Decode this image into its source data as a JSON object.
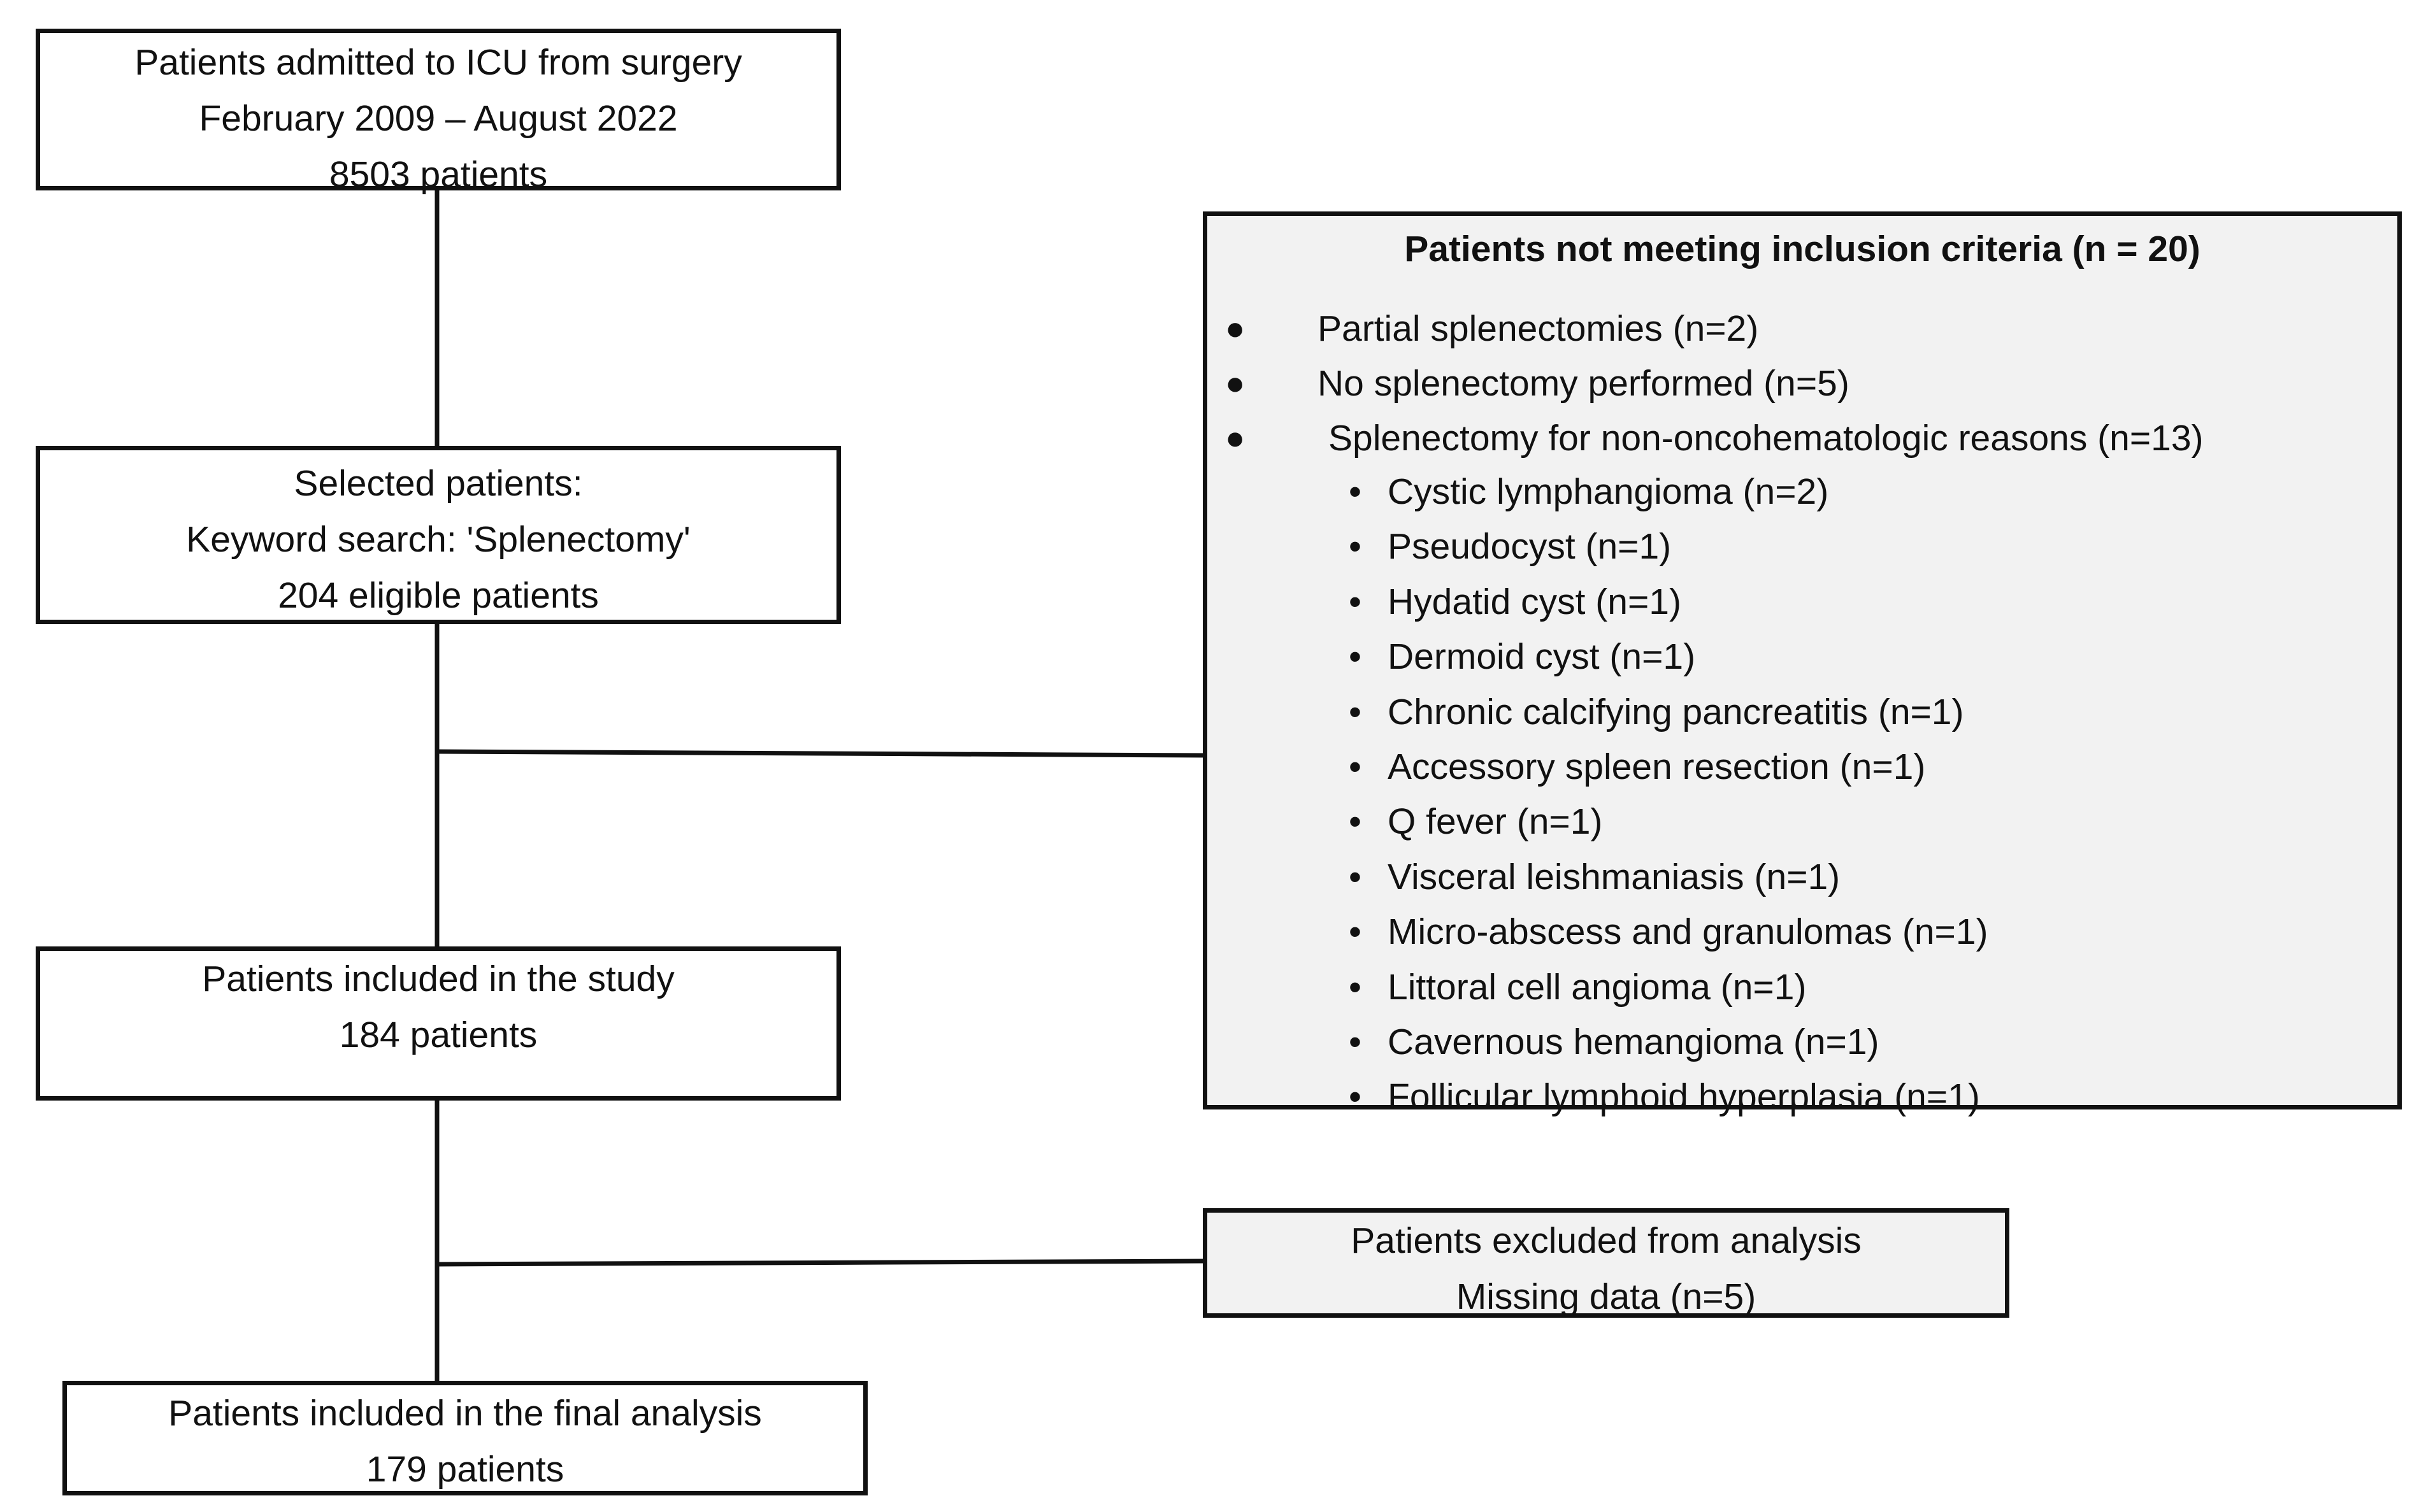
{
  "flow": {
    "admitted": {
      "lines": [
        "Patients admitted to ICU from surgery",
        "February 2009 – August 2022",
        "8503 patients"
      ]
    },
    "selected": {
      "lines": [
        "Selected patients:",
        "Keyword search: 'Splenectomy'",
        "204 eligible patients"
      ]
    },
    "included": {
      "lines": [
        "Patients included in the study",
        "184 patients"
      ]
    },
    "final": {
      "lines": [
        "Patients included in the final analysis",
        "179 patients"
      ]
    }
  },
  "exclusions": {
    "criteria": {
      "title": "Patients not meeting inclusion criteria (n = 20)",
      "items": [
        "Partial splenectomies (n=2)",
        "No splenectomy performed (n=5)",
        "Splenectomy for non-oncohematologic reasons (n=13)"
      ],
      "sub_items": [
        "Cystic lymphangioma (n=2)",
        "Pseudocyst (n=1)",
        "Hydatid cyst (n=1)",
        "Dermoid cyst (n=1)",
        "Chronic calcifying pancreatitis (n=1)",
        "Accessory spleen resection (n=1)",
        "Q fever (n=1)",
        "Visceral leishmaniasis (n=1)",
        "Micro-abscess and granulomas (n=1)",
        "Littoral cell angioma (n=1)",
        "Cavernous hemangioma (n=1)",
        "Follicular lymphoid hyperplasia (n=1)"
      ]
    },
    "analysis": {
      "lines": [
        "Patients excluded from analysis",
        "Missing data (n=5)"
      ]
    }
  },
  "glyphs": {
    "main_bullet": "●",
    "sub_bullet": "•"
  },
  "colors": {
    "line": "#111111",
    "exclusion_fill": "#f2f2f2",
    "box_fill": "#ffffff"
  }
}
